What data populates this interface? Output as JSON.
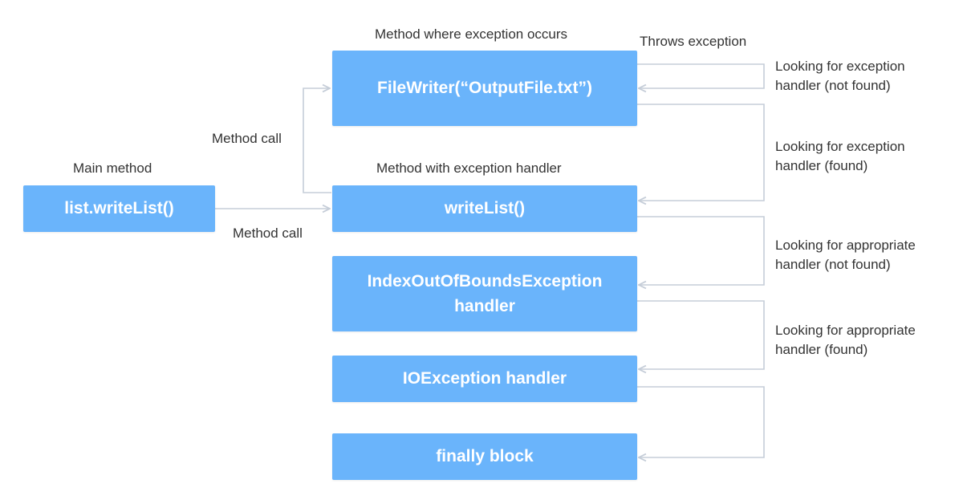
{
  "boxes": {
    "main": "list.writeList()",
    "filewriter": "FileWriter(“OutputFile.txt”)",
    "writelist": "writeList()",
    "index_line1": "IndexOutOfBoundsException",
    "index_line2": "handler",
    "ioexception": "IOException handler",
    "finally": "finally block"
  },
  "labels": {
    "main_method": "Main method",
    "method_where_exception": "Method where exception occurs",
    "method_with_handler": "Method with exception handler",
    "method_call_upper": "Method call",
    "method_call_lower": "Method call",
    "throws_exception": "Throws exception",
    "looking_1_line1": "Looking for exception",
    "looking_1_line2": "handler (not found)",
    "looking_2_line1": "Looking for exception",
    "looking_2_line2": "handler (found)",
    "looking_3_line1": "Looking for appropriate",
    "looking_3_line2": "handler (not found)",
    "looking_4_line1": "Looking for appropriate",
    "looking_4_line2": "handler (found)"
  },
  "colors": {
    "box_fill": "#6ab4fb",
    "box_text": "#ffffff",
    "connector": "#c5cdd8",
    "label_text": "#333333"
  }
}
